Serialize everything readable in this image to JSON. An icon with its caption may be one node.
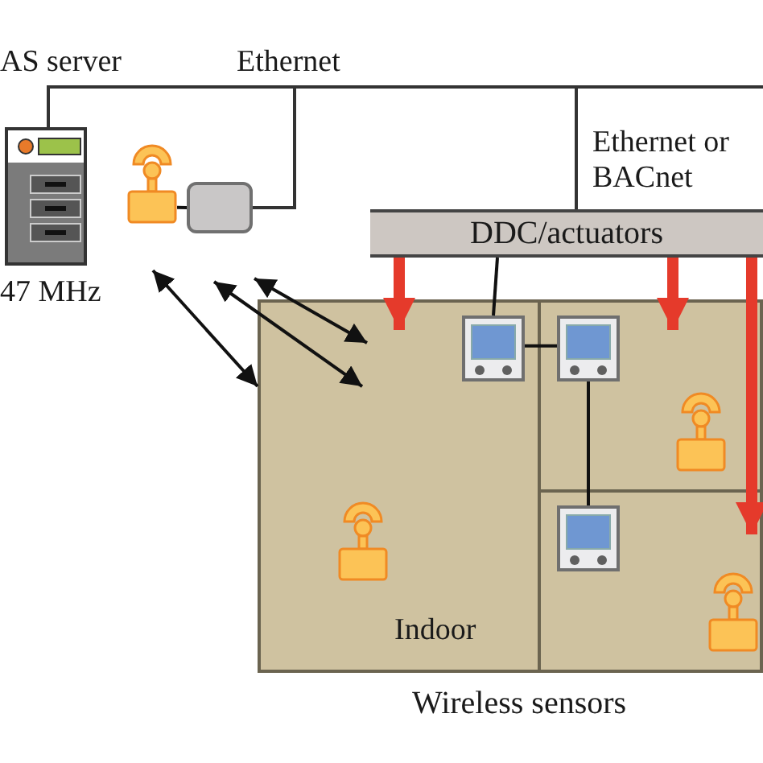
{
  "diagram": {
    "nodes": [
      {
        "text": [
          "AS server"
        ],
        "beside": [
          "47 MHz"
        ]
      },
      {
        "text": [],
        "shape": "antenna"
      },
      {
        "text": [],
        "shape": "box"
      },
      {
        "text": [
          "DDC/actuators"
        ]
      },
      {
        "text": [
          "Indoor"
        ]
      },
      {
        "text": [],
        "shape": "thermostat",
        "in": 4
      },
      {
        "text": [],
        "shape": "thermostat",
        "in": 4
      },
      {
        "text": [],
        "shape": "thermostat",
        "in": 4
      },
      {
        "text": [],
        "shape": "antenna",
        "in": 4
      },
      {
        "text": [],
        "shape": "antenna",
        "in": 4
      },
      {
        "text": [],
        "shape": "antenna",
        "in": 4
      }
    ],
    "edges": [
      {
        "from": 0,
        "to": 2,
        "arrow": "none",
        "label": "Ethernet"
      },
      {
        "from": 0,
        "to": 3,
        "arrow": "none",
        "label": "Ethernet or BACnet"
      },
      {
        "from": 1,
        "to": 2,
        "arrow": "none"
      },
      {
        "from": 3,
        "to": 5,
        "arrow": "none"
      },
      {
        "from": 5,
        "to": 6,
        "arrow": "none"
      },
      {
        "from": 6,
        "to": 7,
        "arrow": "none"
      },
      {
        "from": 3,
        "to": 4,
        "arrow": "to",
        "style": "thick",
        "color": "#e53a2b"
      },
      {
        "from": 3,
        "to": 4,
        "arrow": "to",
        "style": "thick",
        "color": "#e53a2b"
      },
      {
        "from": 3,
        "to": 4,
        "arrow": "to",
        "style": "thick",
        "color": "#e53a2b"
      },
      {
        "from": null,
        "to": 4,
        "arrow": "both"
      },
      {
        "from": null,
        "to": 4,
        "arrow": "both"
      },
      {
        "from": null,
        "to": 4,
        "arrow": "both"
      }
    ],
    "labels": [
      "Wireless sensors"
    ]
  }
}
